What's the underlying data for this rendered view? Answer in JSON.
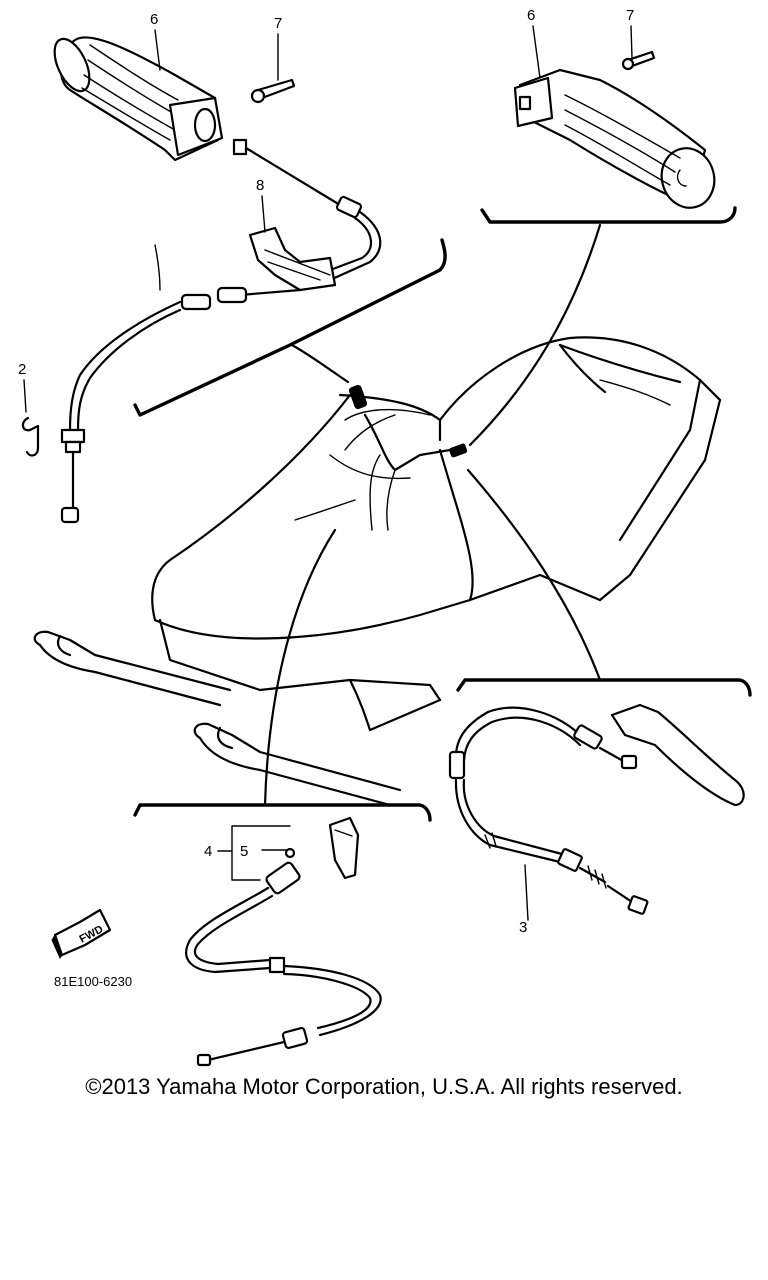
{
  "callouts": {
    "c6_left": "6",
    "c7_left": "7",
    "c8": "8",
    "c2": "2",
    "c6_right": "6",
    "c7_right": "7",
    "c4": "4",
    "c5": "5",
    "c3": "3"
  },
  "fwd_label": "FWD",
  "diagram_code": "81E100-6230",
  "copyright": "©2013 Yamaha Motor Corporation, U.S.A. All rights reserved."
}
